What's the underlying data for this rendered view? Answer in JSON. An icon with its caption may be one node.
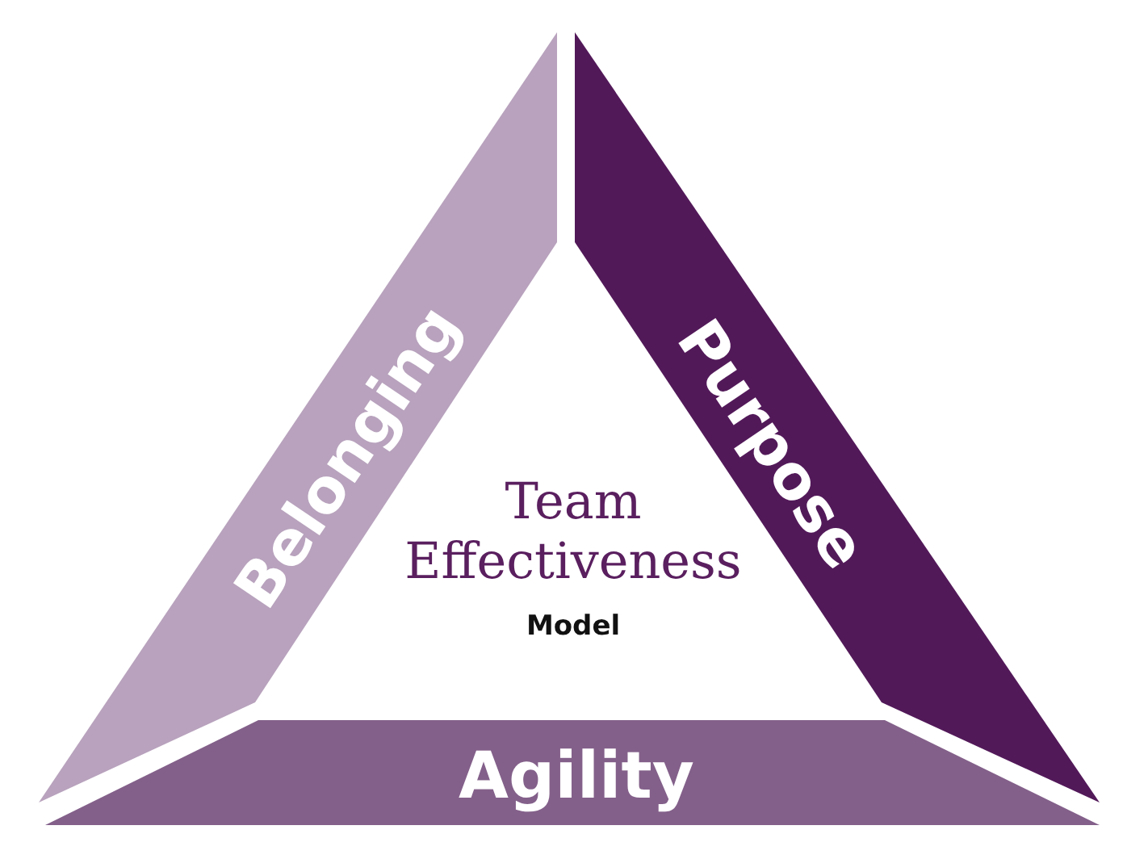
{
  "diagram": {
    "nodes": [
      {
        "text": [
          "Belonging"
        ]
      },
      {
        "text": [
          "Purpose"
        ]
      },
      {
        "text": [
          "Agility"
        ]
      }
    ],
    "edges": [],
    "labels": [
      "Team Effectiveness",
      "Model"
    ]
  }
}
